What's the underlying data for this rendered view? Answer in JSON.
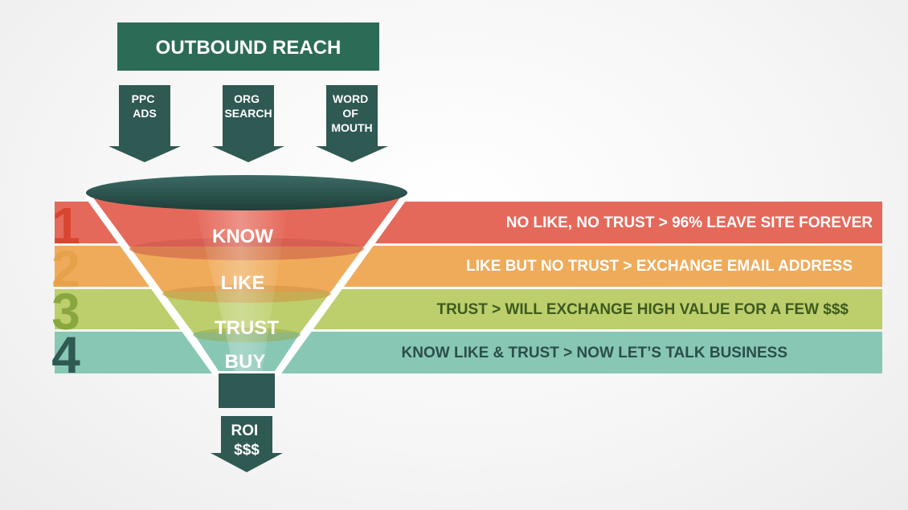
{
  "header": {
    "title": "OUTBOUND REACH"
  },
  "sources": [
    {
      "lines": [
        "PPC",
        "ADS"
      ]
    },
    {
      "lines": [
        "ORG",
        "SEARCH"
      ]
    },
    {
      "lines": [
        "WORD",
        "OF",
        "MOUTH"
      ]
    }
  ],
  "stages": [
    {
      "number": "1",
      "name": "KNOW",
      "description": "NO LIKE, NO TRUST > 96% LEAVE SITE FOREVER",
      "color": "#e5695a",
      "number_color": "#d9452f",
      "text_color": "#ffffff"
    },
    {
      "number": "2",
      "name": "LIKE",
      "description": "LIKE BUT NO TRUST > EXCHANGE EMAIL ADDRESS",
      "color": "#efab5a",
      "number_color": "#e6a24a",
      "text_color": "#ffffff"
    },
    {
      "number": "3",
      "name": "TRUST",
      "description": "TRUST > WILL EXCHANGE HIGH VALUE FOR A FEW $$$",
      "color": "#bccf6c",
      "number_color": "#8aa63e",
      "text_color": "#3e5a1e"
    },
    {
      "number": "4",
      "name": "BUY",
      "description": "KNOW LIKE & TRUST > NOW LET’S TALK BUSINESS",
      "color": "#88c7b4",
      "number_color": "#2f5953",
      "text_color": "#2a4f4a"
    }
  ],
  "output": {
    "lines": [
      "ROI",
      "$$$"
    ]
  },
  "colors": {
    "dark_teal": "#2f5953",
    "header_green": "#2c6b55"
  }
}
